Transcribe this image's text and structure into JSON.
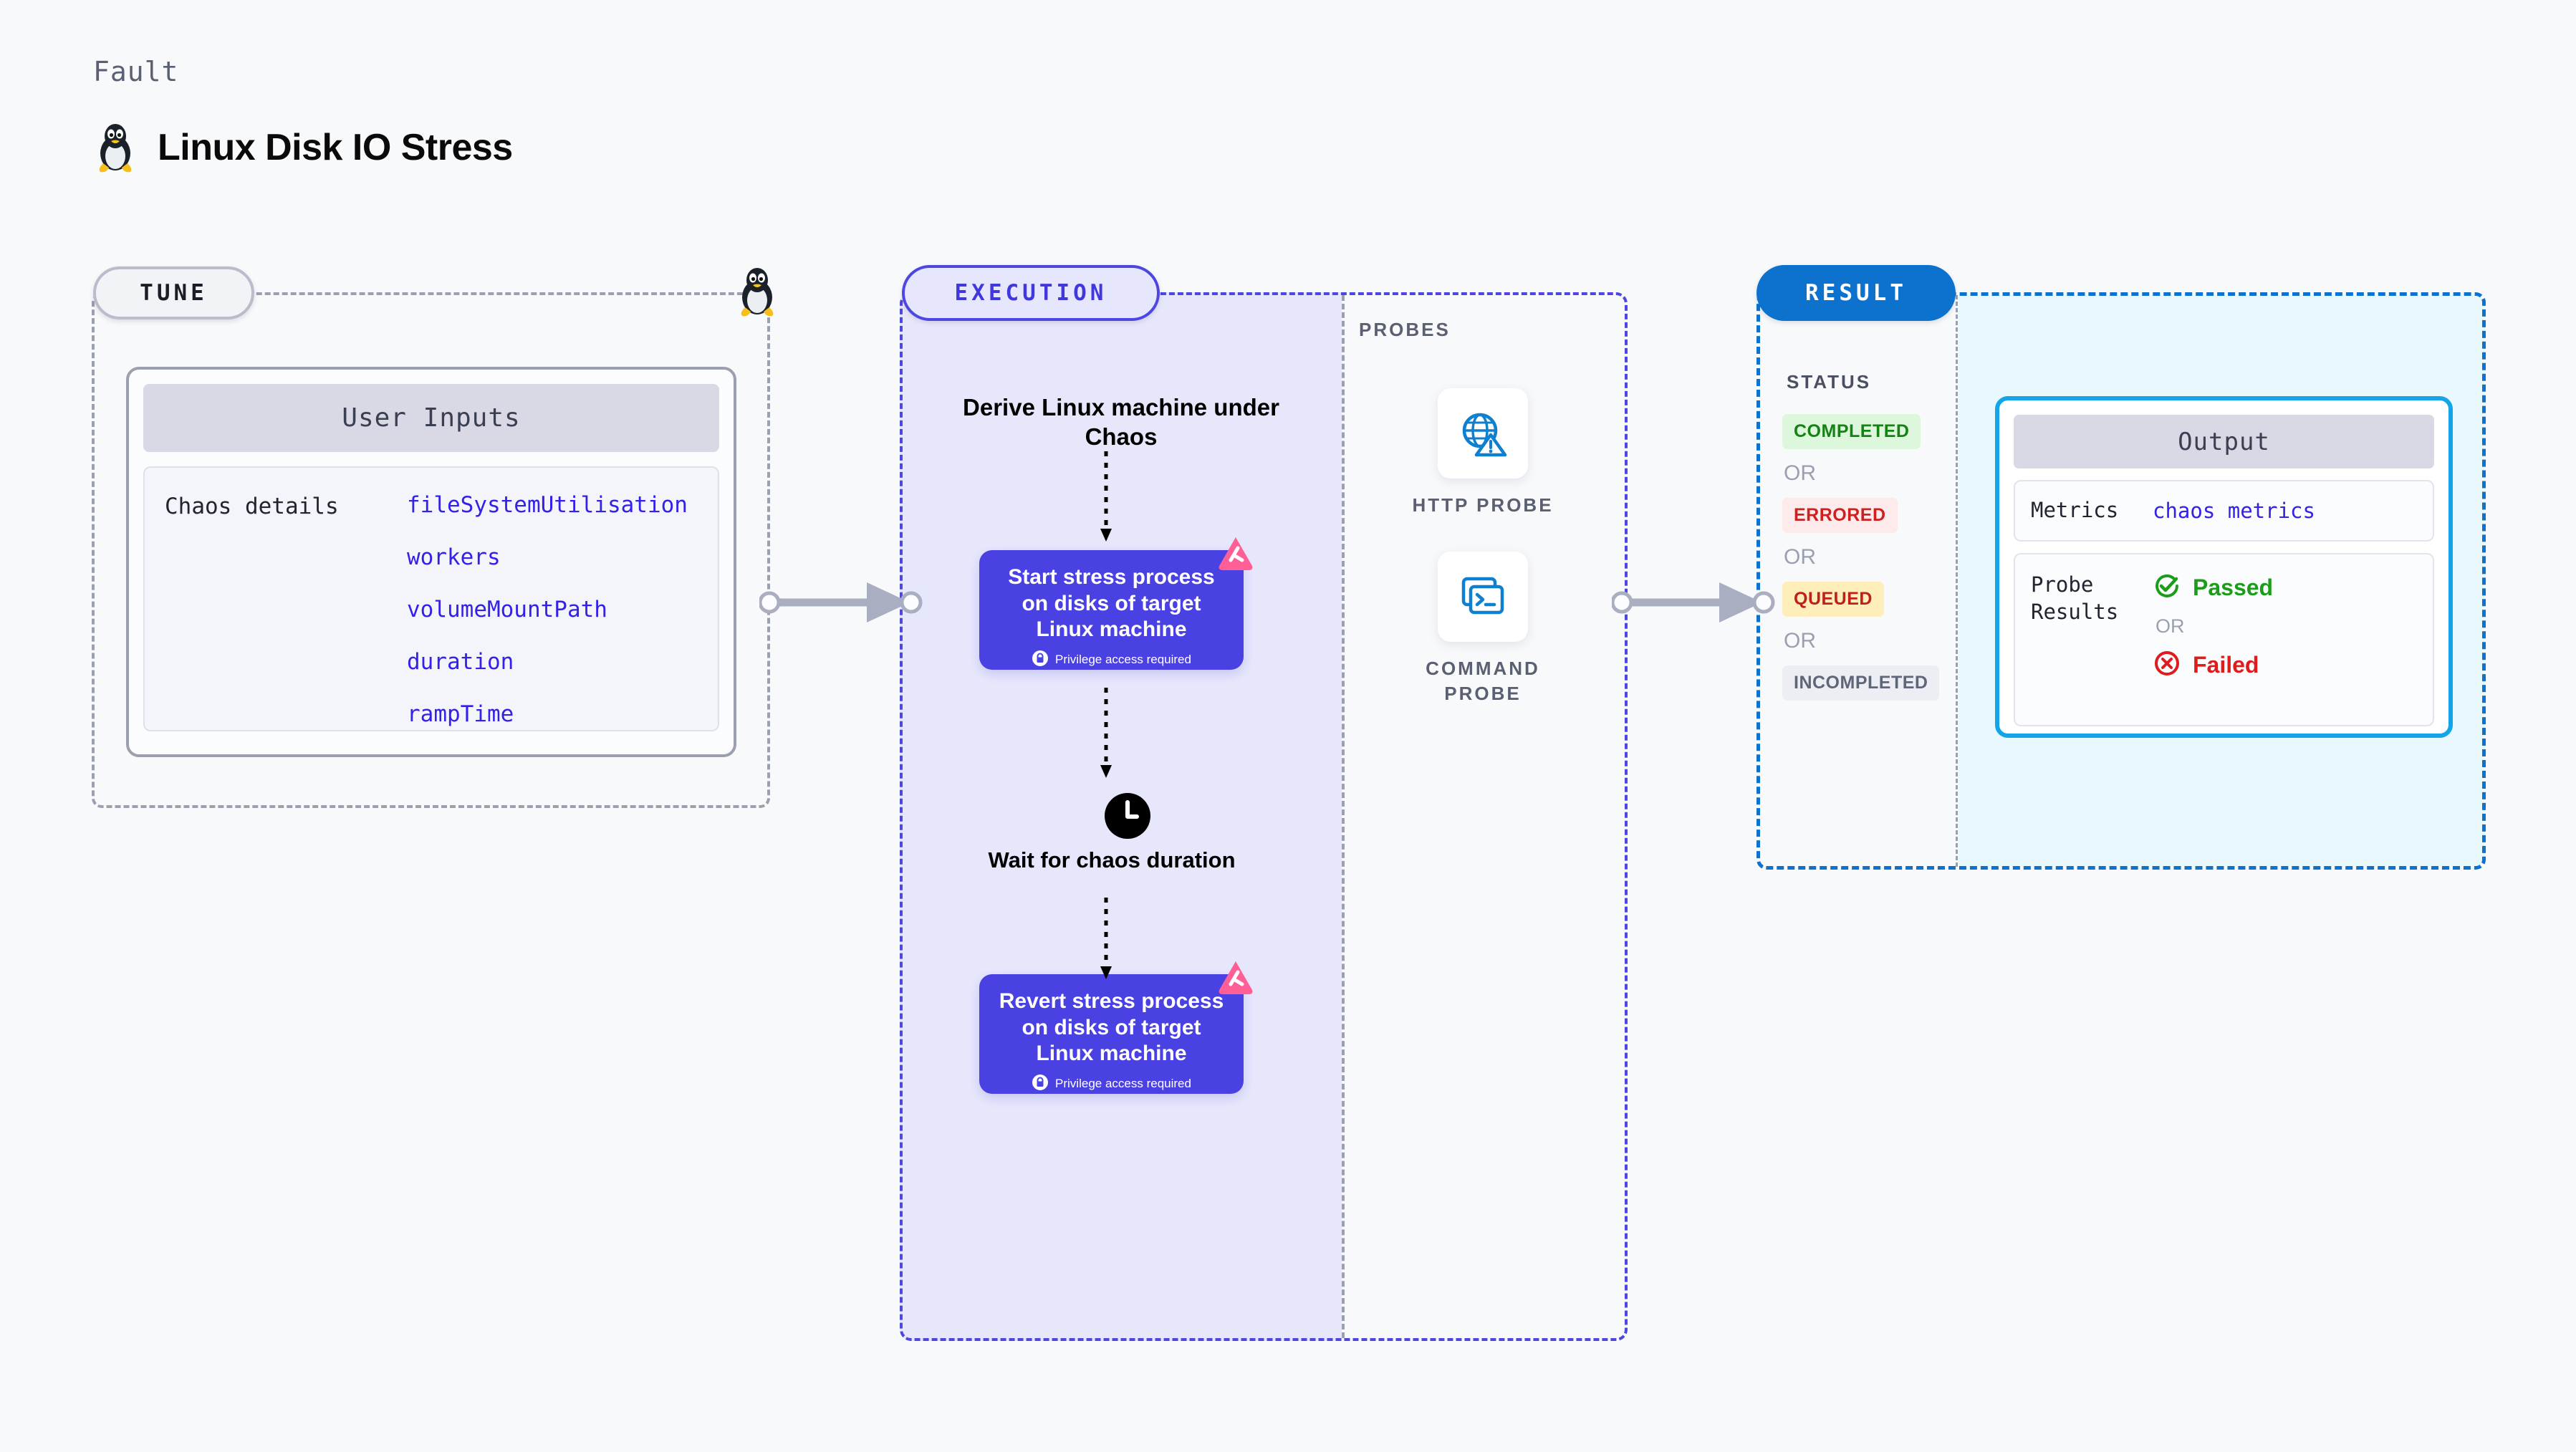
{
  "header": {
    "kicker": "Fault",
    "title": "Linux Disk IO Stress",
    "icon": "linux-penguin-icon"
  },
  "tune": {
    "badge": "TUNE",
    "card_title": "User Inputs",
    "details_label": "Chaos details",
    "params": [
      "fileSystemUtilisation",
      "workers",
      "volumeMountPath",
      "duration",
      "rampTime"
    ]
  },
  "execution": {
    "badge": "EXECUTION",
    "heading": "Derive Linux machine under Chaos",
    "nodes": [
      {
        "title": "Start stress process on disks of target Linux machine",
        "note": "Privilege access required",
        "badge_icon": "litmus-chaos-icon",
        "lock_icon": "lock-icon"
      },
      {
        "title": "Revert stress process on disks of target Linux machine",
        "note": "Privilege access required",
        "badge_icon": "litmus-chaos-icon",
        "lock_icon": "lock-icon"
      }
    ],
    "wait": {
      "icon": "clock-icon",
      "label": "Wait for chaos duration"
    }
  },
  "probes": {
    "label": "PROBES",
    "items": [
      {
        "caption": "HTTP PROBE",
        "icon": "globe-warning-icon"
      },
      {
        "caption": "COMMAND PROBE",
        "icon": "terminal-icon"
      }
    ]
  },
  "result": {
    "badge": "RESULT",
    "status_label": "STATUS",
    "or_label": "OR",
    "statuses": [
      {
        "label": "COMPLETED",
        "class": "chip-completed"
      },
      {
        "label": "ERRORED",
        "class": "chip-errored"
      },
      {
        "label": "QUEUED",
        "class": "chip-queued"
      },
      {
        "label": "INCOMPLETED",
        "class": "chip-incompleted"
      }
    ],
    "output": {
      "title": "Output",
      "metrics_key": "Metrics",
      "metrics_value": "chaos metrics",
      "probe_results_key": "Probe Results",
      "passed_label": "Passed",
      "failed_label": "Failed",
      "or_label": "OR",
      "passed_icon": "check-circle-icon",
      "failed_icon": "x-circle-icon"
    }
  },
  "colors": {
    "page_bg": "#f8f9fb",
    "tune_border": "#9aa0ae",
    "execution_accent": "#4d46e0",
    "execution_fill": "#e7e7fc",
    "result_accent": "#0d72ce",
    "result_fill": "#e8f8fd",
    "node_fill": "#4a41e2",
    "param_text": "#3421e8",
    "litmus_pink": "#ff5f96",
    "probe_icon": "#0f7fd0"
  }
}
